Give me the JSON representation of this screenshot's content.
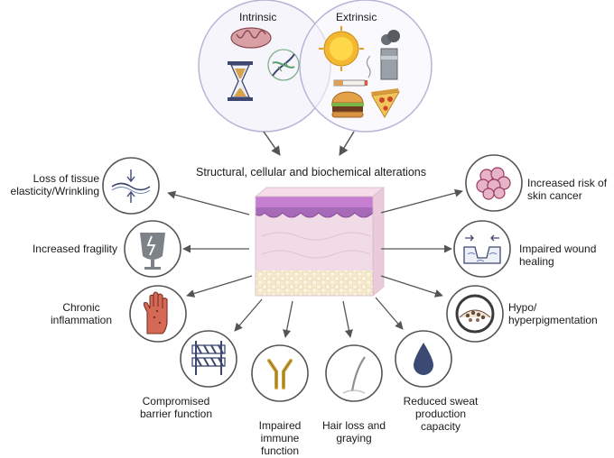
{
  "venn": {
    "intrinsic_label": "Intrinsic",
    "extrinsic_label": "Extrinsic"
  },
  "center": {
    "title": "Structural, cellular and biochemical alterations"
  },
  "outcomes": {
    "elasticity": [
      "Loss of tissue",
      "elasticity/Wrinkling"
    ],
    "fragility": [
      "Increased fragility"
    ],
    "inflammation": [
      "Chronic",
      "inflammation"
    ],
    "barrier": [
      "Compromised",
      "barrier function"
    ],
    "immune": [
      "Impaired",
      "immune",
      "function"
    ],
    "hair": [
      "Hair loss and",
      "graying"
    ],
    "sweat": [
      "Reduced sweat",
      "production",
      "capacity"
    ],
    "cancer": [
      "Increased risk of",
      "skin cancer"
    ],
    "wound": [
      "Impaired wound",
      "healing"
    ],
    "pigment": [
      "Hypo/",
      "hyperpigmentation"
    ]
  },
  "icons": {
    "intrinsic": [
      "mitochondria-icon",
      "hourglass-icon",
      "dna-icon"
    ],
    "extrinsic": [
      "sun-icon",
      "factory-icon",
      "cigarette-icon",
      "burger-icon",
      "pizza-icon"
    ],
    "outcomes": [
      "compression-arrows-icon",
      "broken-glass-icon",
      "inflamed-hand-icon",
      "barrier-icon",
      "antibody-icon",
      "hair-strand-icon",
      "water-drop-icon",
      "cell-cluster-icon",
      "wound-icon",
      "pigment-cell-icon"
    ]
  },
  "colors": {
    "circle_stroke": "#555555",
    "venn_stroke": "#b9b4d6",
    "venn_fill": "#f5f4fb",
    "epidermis": "#b583c7",
    "dermis": "#efd9e6",
    "fat": "#f1e7c7",
    "arrow": "#555555"
  }
}
